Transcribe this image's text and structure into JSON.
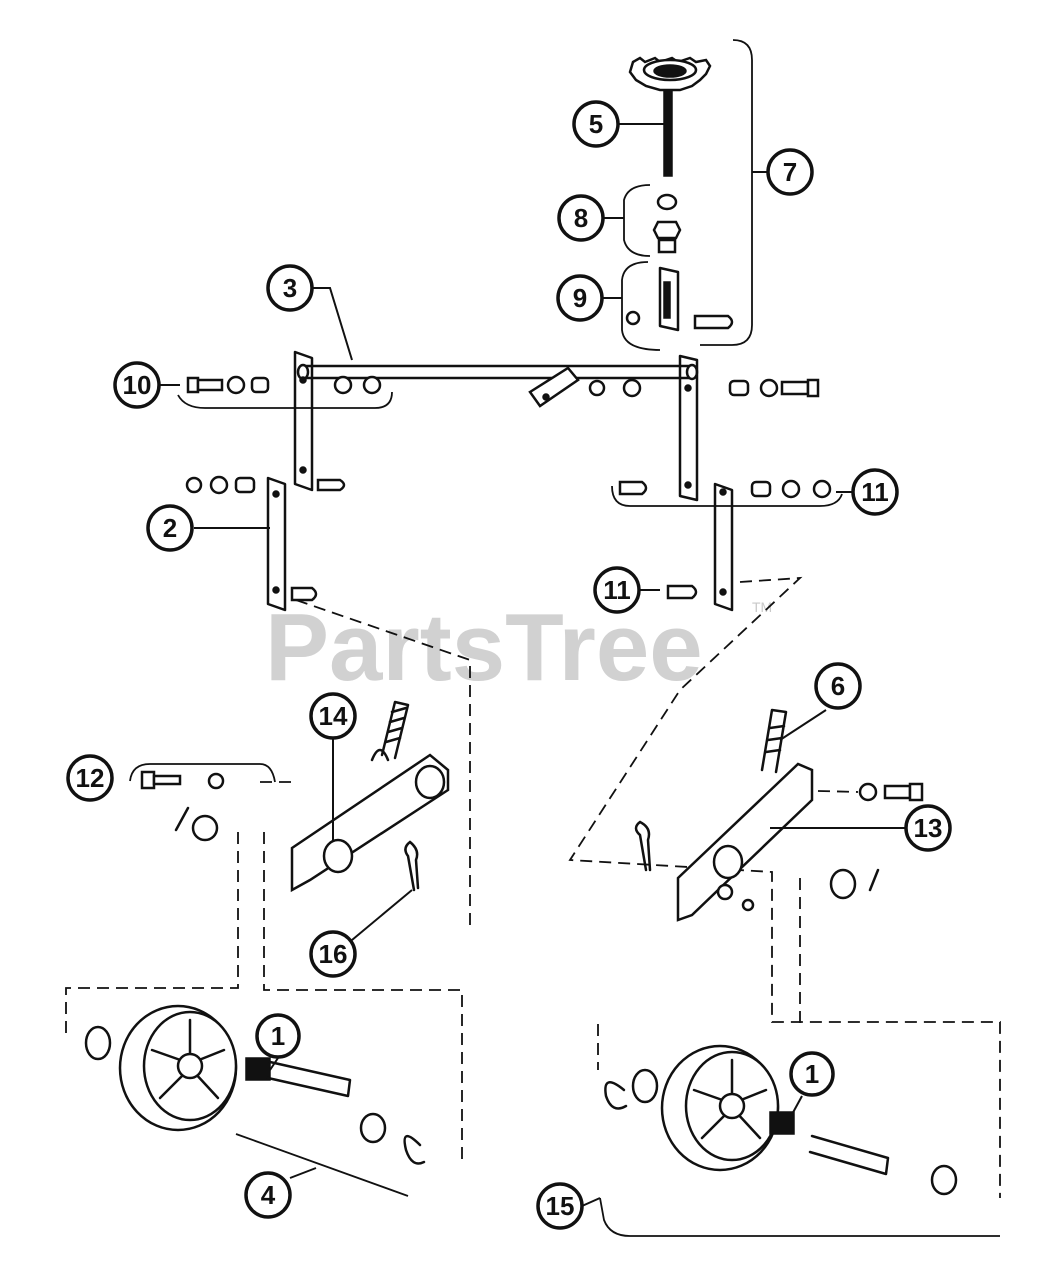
{
  "watermark": {
    "text": "PartsTree",
    "trademark": "TM"
  },
  "callouts": {
    "c1a": "1",
    "c1b": "1",
    "c2": "2",
    "c3": "3",
    "c4": "4",
    "c5": "5",
    "c6": "6",
    "c7": "7",
    "c8": "8",
    "c9": "9",
    "c10": "10",
    "c11a": "11",
    "c11b": "11",
    "c12": "12",
    "c13": "13",
    "c14": "14",
    "c15": "15",
    "c16": "16"
  }
}
